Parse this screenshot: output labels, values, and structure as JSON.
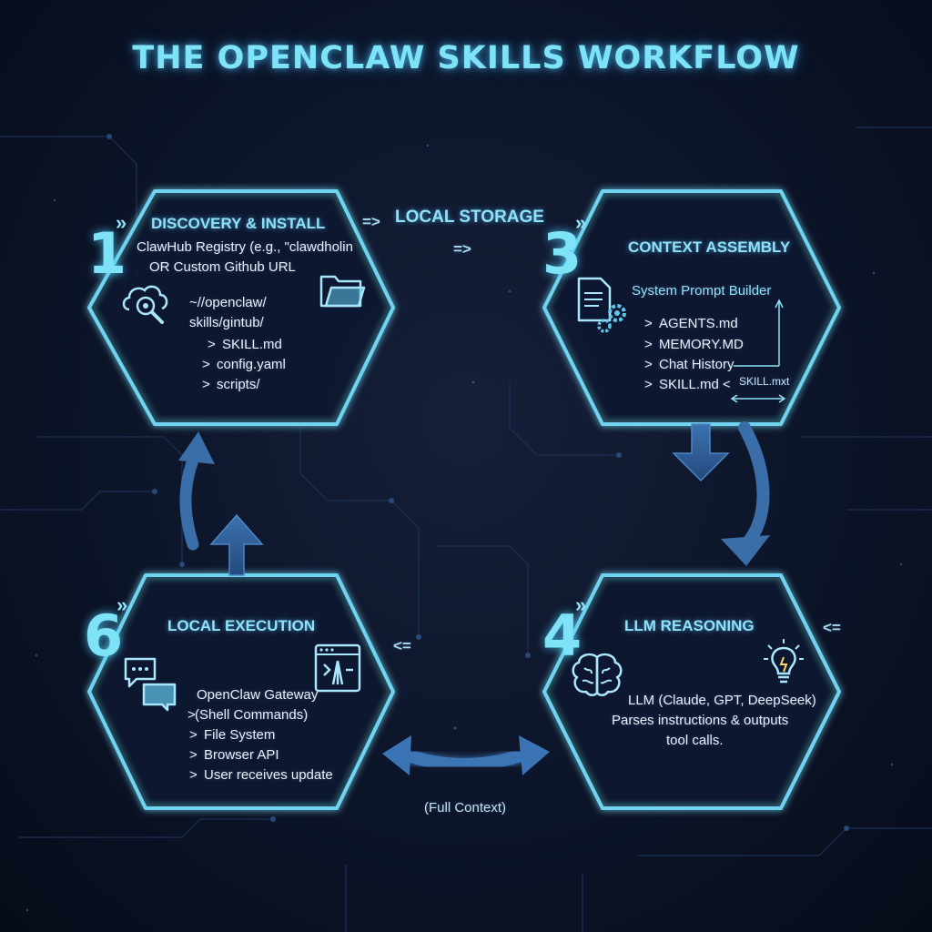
{
  "title": "THE OPENCLAW SKILLS WORKFLOW",
  "steps": [
    {
      "number": "1",
      "heading": "DISCOVERY & INSTALL",
      "lines": [
        "ClawHub Registry (e.g., \"clawdholin",
        "OR Custom Github URL",
        "~//openclaw/",
        "skills/gintub/",
        "SKILL.md",
        "config.yaml",
        "scripts/"
      ],
      "icons": [
        "cloud-search-icon",
        "folder-icon"
      ]
    },
    {
      "number": "3",
      "heading": "CONTEXT ASSEMBLY",
      "lines": [
        "System Prompt Builder",
        "AGENTS.md",
        "MEMORY.MD",
        "Chat History",
        "SKILL.md <",
        "SKILL.mxt"
      ],
      "icons": [
        "document-gears-icon"
      ]
    },
    {
      "number": "4",
      "heading": "LLM REASONING",
      "lines": [
        "LLM (Claude, GPT, DeepSeek)",
        "Parses instructions & outputs",
        "tool calls."
      ],
      "icons": [
        "brain-icon",
        "lightbulb-icon"
      ]
    },
    {
      "number": "6",
      "heading": "LOCAL EXECUTION",
      "lines": [
        "OpenClaw Gateway",
        "(Shell Commands)",
        "File System",
        "Browser API",
        "User receives update"
      ],
      "icons": [
        "chat-bubbles-icon",
        "terminal-window-icon"
      ]
    }
  ],
  "connectors": {
    "local_storage_arrow": "=>",
    "local_storage_label": "LOCAL STORAGE",
    "local_storage_arrow2": "=>",
    "step4_in_arrow": "<=",
    "step6_in_arrow": "<=",
    "full_context_label": "(Full Context)",
    "list_marker": ">",
    "step_marker": "»"
  },
  "colors": {
    "background": "#0c1428",
    "hex_border": "#6fd4f0",
    "accent": "#7ee3f7",
    "arrow_fill": "#2f5e96"
  }
}
